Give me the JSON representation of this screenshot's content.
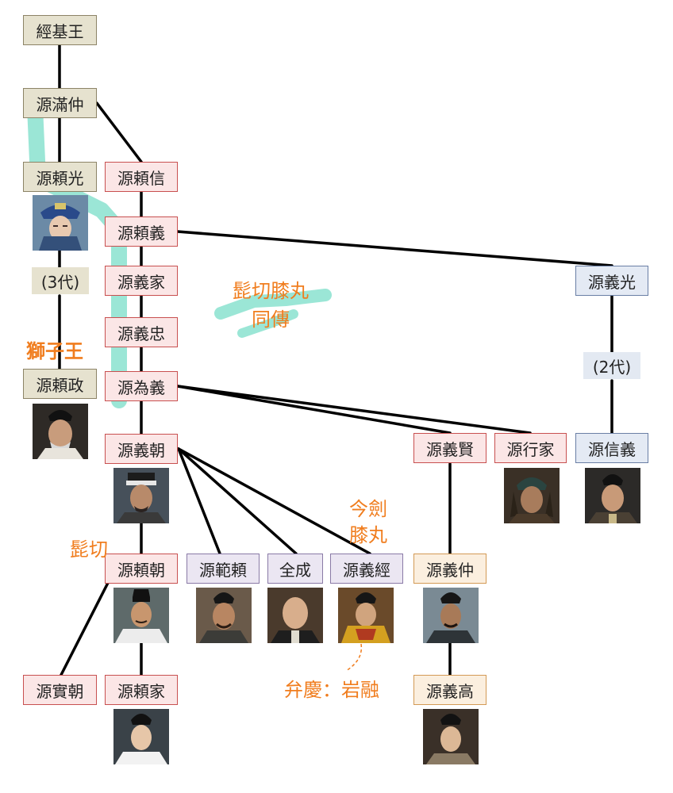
{
  "colors": {
    "line": "#000000",
    "annotation": "#f07d1e",
    "highlight": "#48d1b4",
    "root_fill": "#e6e2cf",
    "red_fill": "#fbe6e6",
    "blue_fill": "#e4eaf4",
    "purple_fill": "#ebe6f2",
    "orange_fill": "#fbefdf"
  },
  "nodes": {
    "keiki": "經基王",
    "mitsunaka": "源滿仲",
    "yorimitsu": "源頼光",
    "yorinobu": "源頼信",
    "yoriyoshi": "源頼義",
    "yoshiie": "源義家",
    "yoshitada": "源義忠",
    "tameyoshi": "源為義",
    "yorimasa": "源頼政",
    "yoshimitsu": "源義光",
    "nobuyoshi": "源信義",
    "yoshitomo": "源義朝",
    "yoshikata": "源義賢",
    "yukiie": "源行家",
    "yoritomo": "源頼朝",
    "noriyori": "源範頼",
    "zenjo": "全成",
    "yoshitsune": "源義經",
    "yoshinaka": "源義仲",
    "sanetomo": "源實朝",
    "yoriie": "源頼家",
    "yoshitaka": "源義高"
  },
  "generations": {
    "three": "(3代)",
    "two": "(2代)"
  },
  "annotations": {
    "higekiri_hizamaru": "髭切膝丸",
    "doden": "同傳",
    "shishiou": "獅子王",
    "imanotsurugi": "今劍",
    "hizamaru": "膝丸",
    "higekiri": "髭切",
    "benkei_iwatooshi": "弁慶：岩融"
  },
  "portraits": [
    "yorimitsu-portrait",
    "yorimasa-portrait",
    "yoshitomo-portrait",
    "yukiie-portrait",
    "nobuyoshi-portrait",
    "yoritomo-portrait",
    "noriyori-portrait",
    "zenjo-portrait",
    "yoshitsune-portrait",
    "yoshinaka-portrait",
    "yoriie-portrait",
    "yoshitaka-portrait"
  ]
}
